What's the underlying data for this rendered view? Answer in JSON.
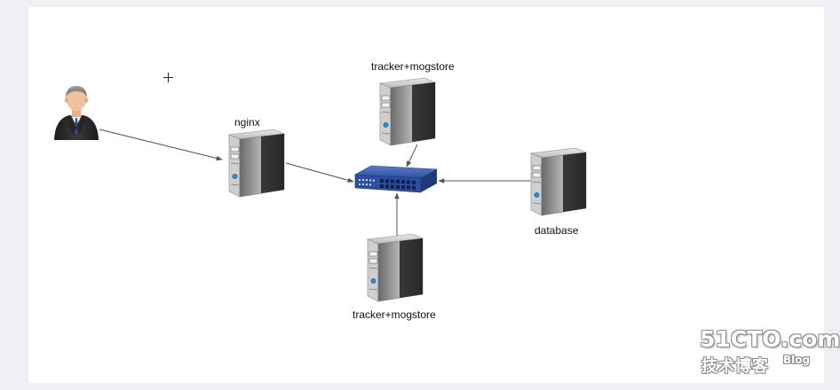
{
  "nodes": {
    "user": {
      "icon": "businessman-icon"
    },
    "nginx": {
      "label": "nginx",
      "icon": "server-icon"
    },
    "tracker_top": {
      "label": "tracker+mogstore",
      "icon": "server-icon"
    },
    "tracker_bottom": {
      "label": "tracker+mogstore",
      "icon": "server-icon"
    },
    "database": {
      "label": "database",
      "icon": "server-icon"
    },
    "switch": {
      "icon": "network-switch-icon"
    }
  },
  "edges": [
    {
      "from": "user",
      "to": "nginx"
    },
    {
      "from": "nginx",
      "to": "switch"
    },
    {
      "from": "tracker_top",
      "to": "switch"
    },
    {
      "from": "database",
      "to": "switch"
    },
    {
      "from": "tracker_bottom",
      "to": "switch"
    }
  ],
  "cursor": {
    "icon": "crosshair-cursor-icon"
  },
  "watermark": {
    "brand": "51CTO.com",
    "subtitle": "技术博客",
    "blog": "Blog"
  },
  "colors": {
    "background": "#ffffff",
    "frame": "#eef0f4",
    "edge": "#555555",
    "switch": "#2b4f9e"
  }
}
